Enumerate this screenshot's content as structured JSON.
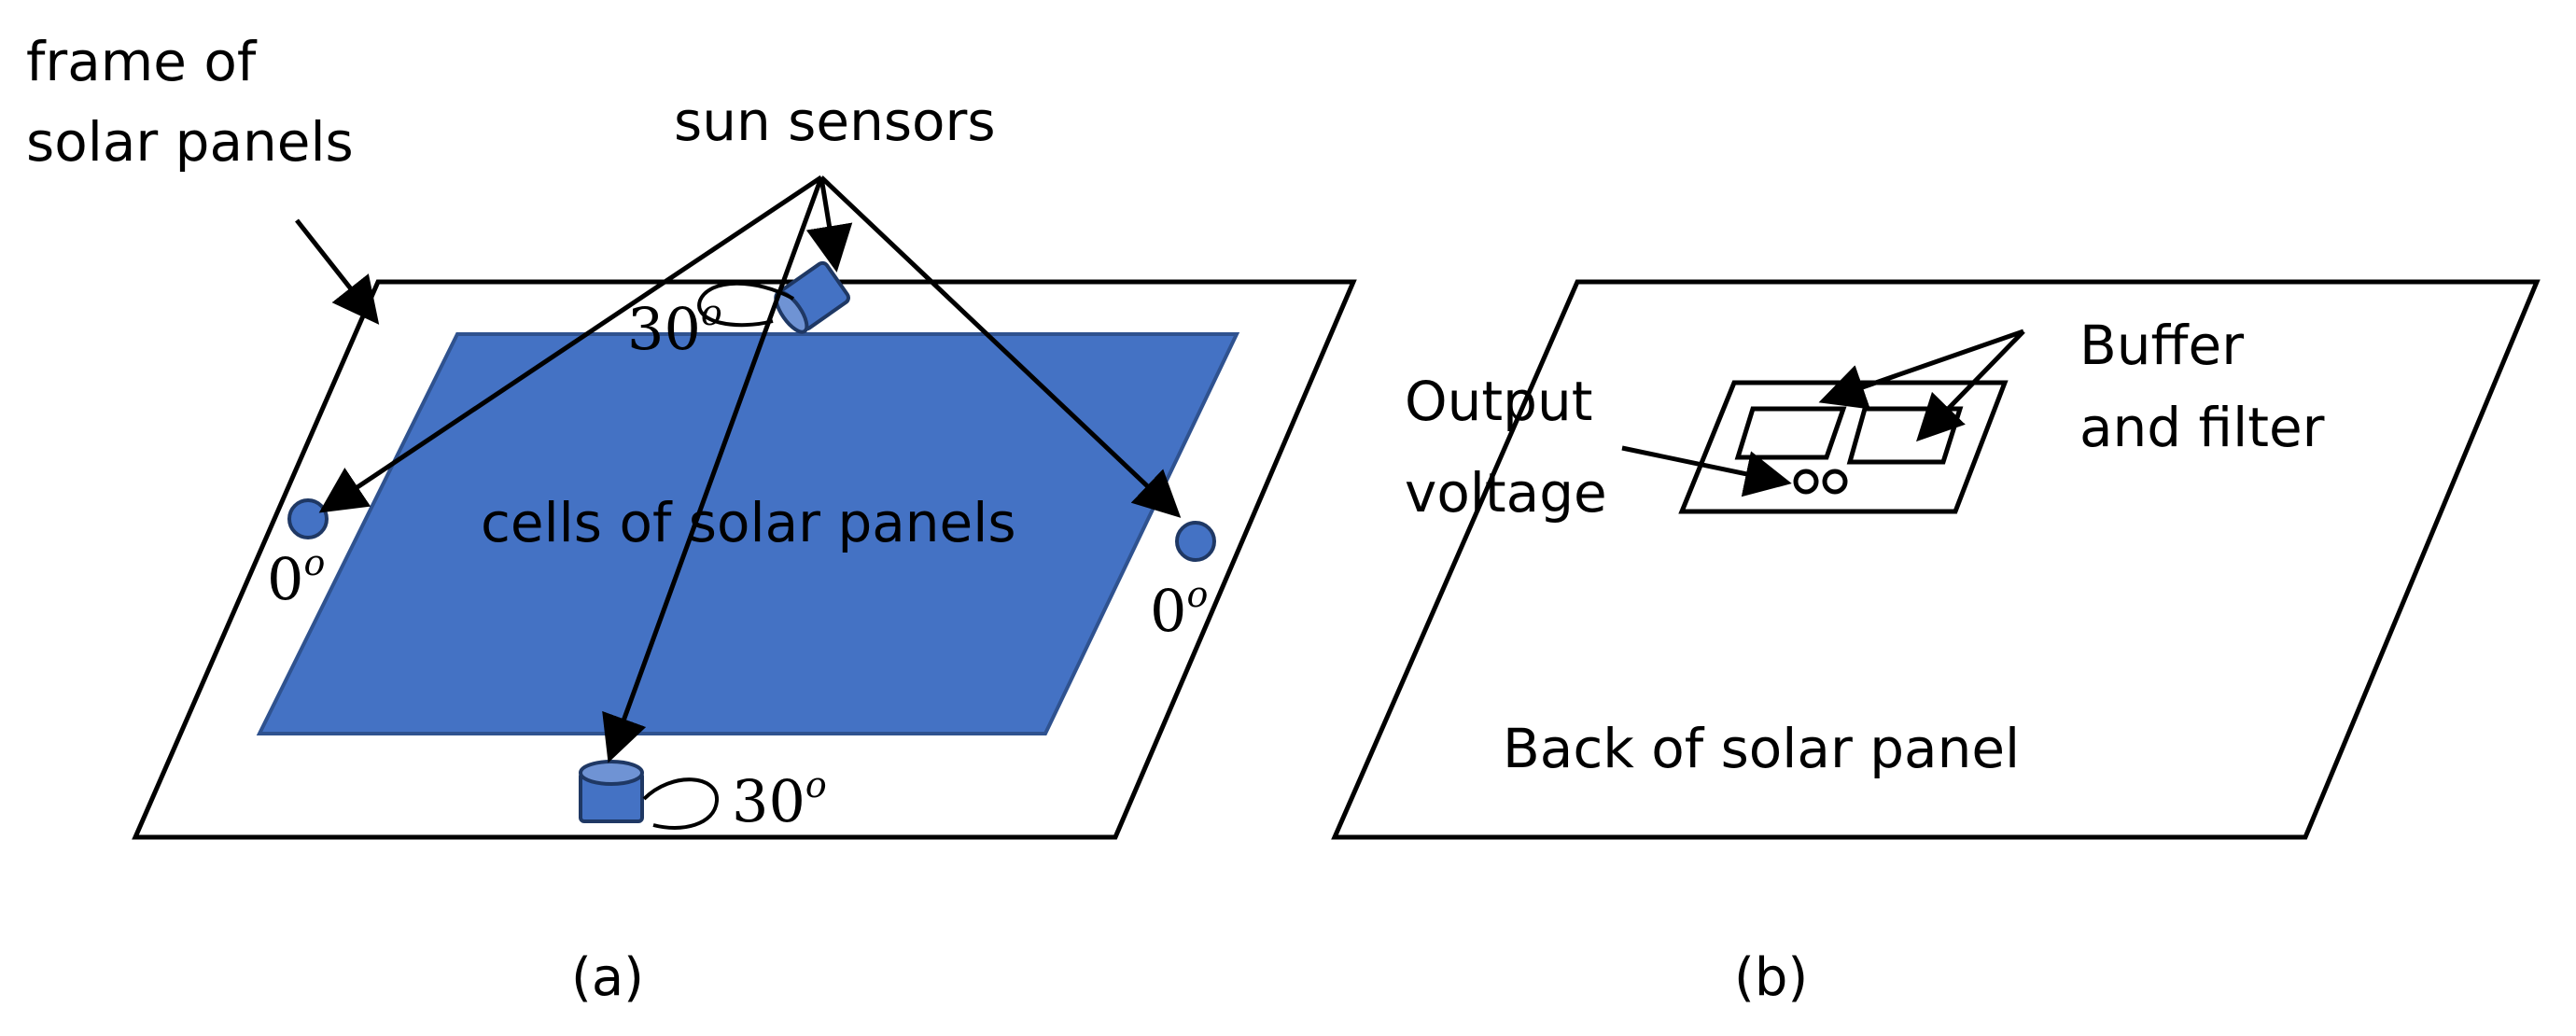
{
  "panel_a": {
    "frame_label_line1": "frame of",
    "frame_label_line2": "solar panels",
    "sensors_label": "sun sensors",
    "cells_label": "cells of solar panels",
    "angle_top": "30",
    "angle_bottom": "30",
    "angle_left": "0",
    "angle_right": "0",
    "degree_mark": "o",
    "caption": "(a)"
  },
  "panel_b": {
    "back_label": "Back of solar panel",
    "output_label_line1": "Output",
    "output_label_line2": "voltage",
    "buffer_label_line1": "Buffer",
    "buffer_label_line2": "and filter",
    "caption": "(b)"
  },
  "colors": {
    "cells_fill": "#4472c4",
    "sensor_fill": "#4472c4",
    "outline": "#000000"
  }
}
